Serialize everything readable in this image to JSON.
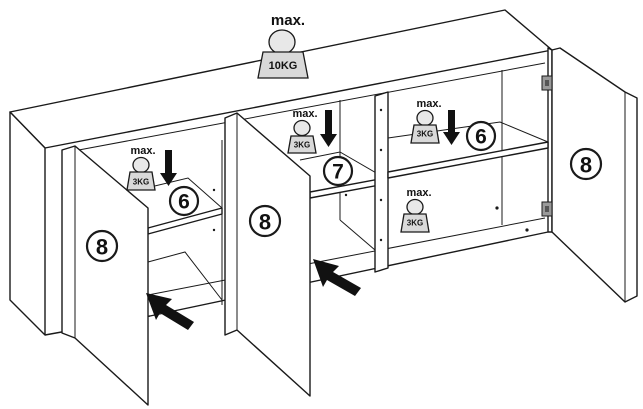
{
  "labels": {
    "max": "max.",
    "top_load": "10KG",
    "shelf_load": "3KG",
    "shelf_part": "6",
    "middle_shelf_part": "7",
    "door_part": "8"
  }
}
